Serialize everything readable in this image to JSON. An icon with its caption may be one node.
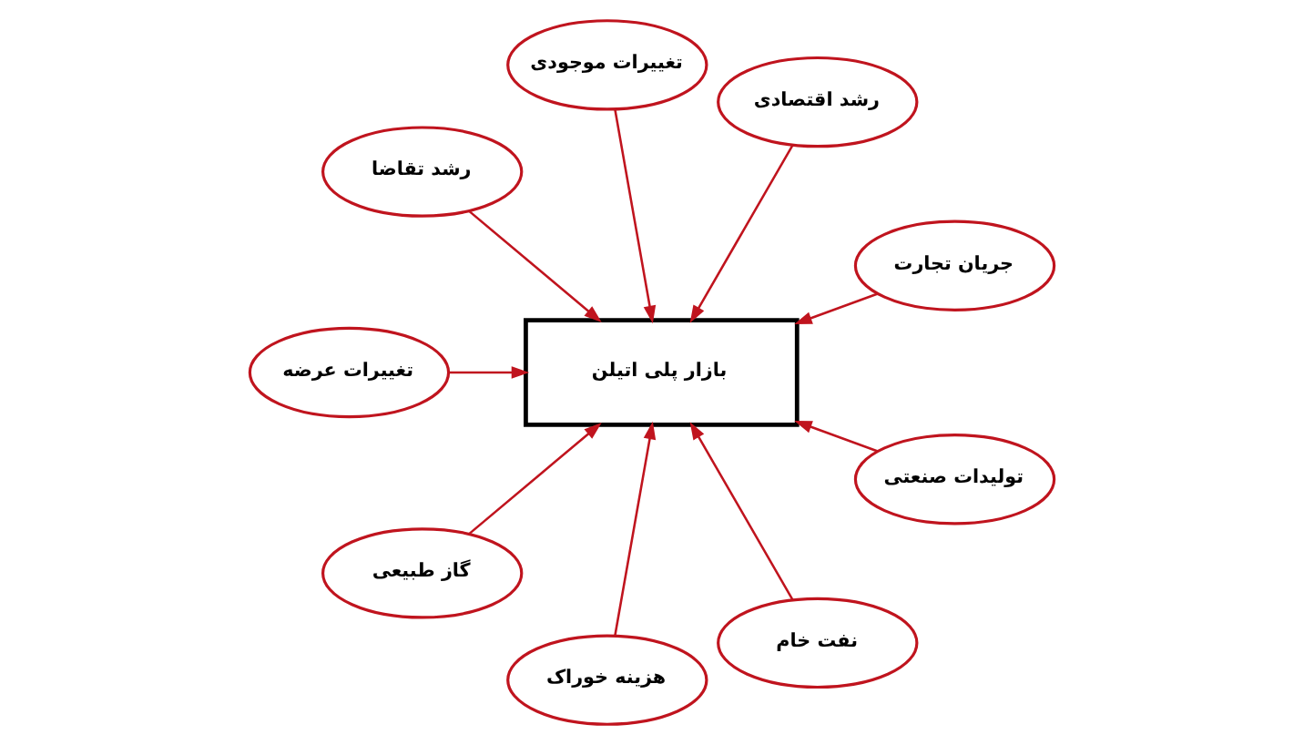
{
  "diagram": {
    "nodes": [
      {
        "text": [
          "تغییرات موجودی"
        ]
      },
      {
        "text": [
          "رشد تقاضا"
        ]
      },
      {
        "text": [
          "رشد اقتصادی"
        ]
      },
      {
        "text": [
          "تغییرات عرضه"
        ]
      },
      {
        "text": [
          "بازار پلی اتیلن"
        ]
      },
      {
        "text": [
          "جریان تجارت"
        ]
      },
      {
        "text": [
          "گاز طبیعی"
        ]
      },
      {
        "text": [
          "تولیدات صنعتی"
        ]
      },
      {
        "text": [
          "هزینه خوراک"
        ]
      },
      {
        "text": [
          "نفت خام"
        ]
      }
    ],
    "edges": [
      {
        "from": 0,
        "to": 4,
        "arrow": "to"
      },
      {
        "from": 1,
        "to": 4,
        "arrow": "to"
      },
      {
        "from": 2,
        "to": 4,
        "arrow": "to"
      },
      {
        "from": 3,
        "to": 4,
        "arrow": "to"
      },
      {
        "from": 5,
        "to": 4,
        "arrow": "to"
      },
      {
        "from": 6,
        "to": 4,
        "arrow": "to"
      },
      {
        "from": 7,
        "to": 4,
        "arrow": "to"
      },
      {
        "from": 8,
        "to": 4,
        "arrow": "to"
      },
      {
        "from": 9,
        "to": 4,
        "arrow": "to"
      }
    ]
  }
}
